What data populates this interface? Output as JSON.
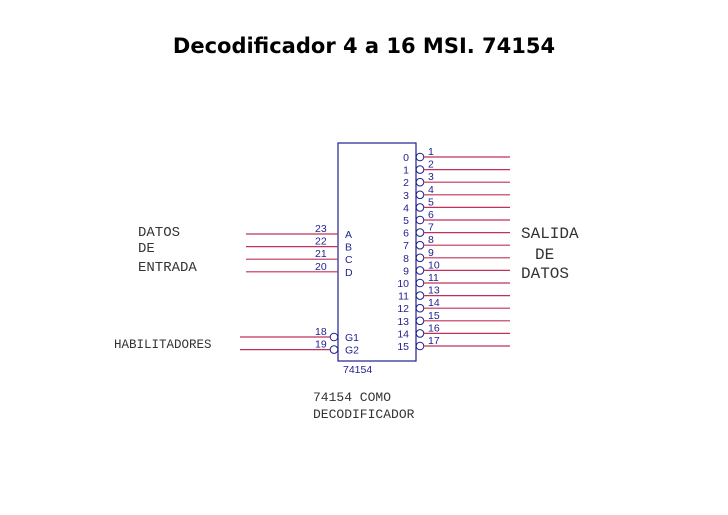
{
  "title": "Decodificador 4 a 16 MSI. 74154",
  "labels": {
    "input_group": [
      "DATOS",
      "DE",
      "ENTRADA"
    ],
    "enable_group": "HABILITADORES",
    "output_group": [
      "SALIDA",
      "DE",
      "DATOS"
    ],
    "caption": [
      "74154 COMO",
      "DECODIFICADOR"
    ]
  },
  "chip": {
    "part_number": "74154",
    "inputs": [
      {
        "pin": "23",
        "signal": "A"
      },
      {
        "pin": "22",
        "signal": "B"
      },
      {
        "pin": "21",
        "signal": "C"
      },
      {
        "pin": "20",
        "signal": "D"
      }
    ],
    "enables": [
      {
        "pin": "18",
        "signal": "G1"
      },
      {
        "pin": "19",
        "signal": "G2"
      }
    ],
    "outputs": [
      {
        "pin": "1",
        "signal": "0"
      },
      {
        "pin": "2",
        "signal": "1"
      },
      {
        "pin": "3",
        "signal": "2"
      },
      {
        "pin": "4",
        "signal": "3"
      },
      {
        "pin": "5",
        "signal": "4"
      },
      {
        "pin": "6",
        "signal": "5"
      },
      {
        "pin": "7",
        "signal": "6"
      },
      {
        "pin": "8",
        "signal": "7"
      },
      {
        "pin": "9",
        "signal": "8"
      },
      {
        "pin": "10",
        "signal": "9"
      },
      {
        "pin": "11",
        "signal": "10"
      },
      {
        "pin": "13",
        "signal": "11"
      },
      {
        "pin": "14",
        "signal": "12"
      },
      {
        "pin": "15",
        "signal": "13"
      },
      {
        "pin": "16",
        "signal": "14"
      },
      {
        "pin": "17",
        "signal": "15"
      }
    ]
  },
  "colors": {
    "wire": "#c0305a",
    "chip_outline": "#1f1f8f",
    "chip_text": "#1f1f8f",
    "label_text": "#333333",
    "title_text": "#000000"
  }
}
